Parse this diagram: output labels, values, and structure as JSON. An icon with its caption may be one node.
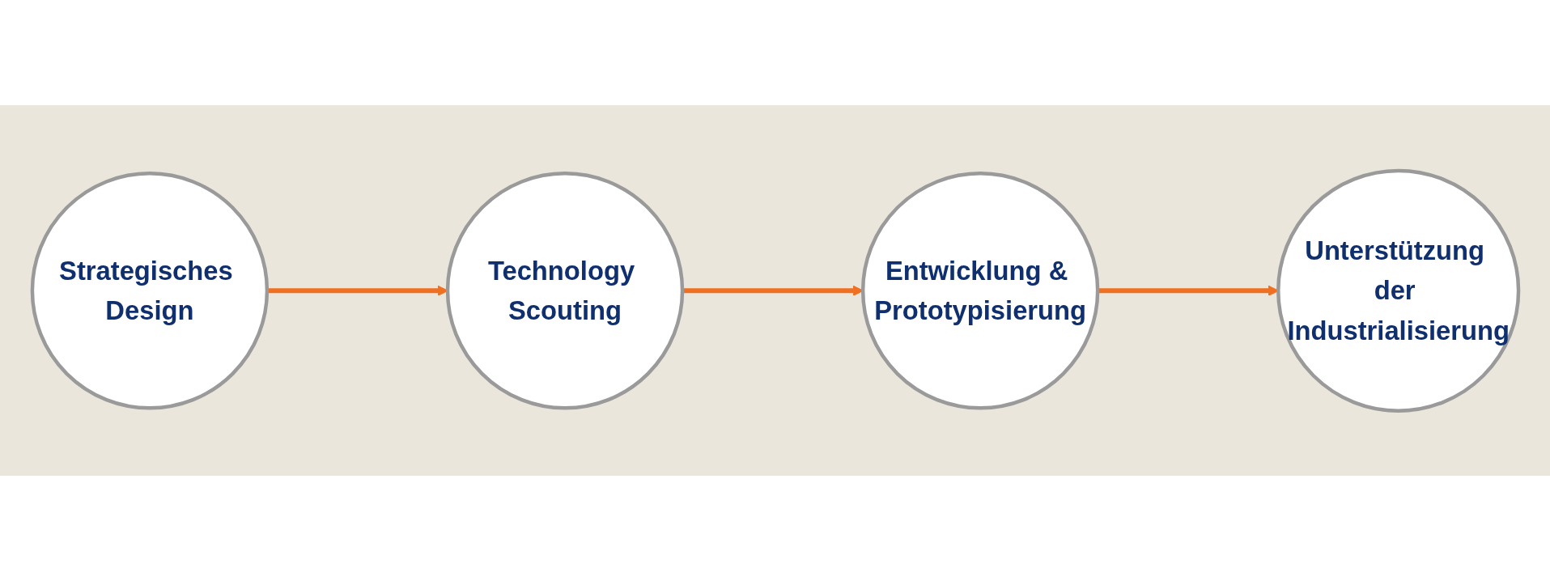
{
  "diagram": {
    "nodes": [
      {
        "text": [
          "Strategisches Design"
        ]
      },
      {
        "text": [
          "Technology Scouting"
        ]
      },
      {
        "text": [
          "Entwicklung & Prototypisierung"
        ]
      },
      {
        "text": [
          "Unterstützung der Industrialisierung"
        ]
      }
    ],
    "edges": [
      {
        "from": 0,
        "to": 1,
        "arrow": "to"
      },
      {
        "from": 1,
        "to": 2,
        "arrow": "to"
      },
      {
        "from": 2,
        "to": 3,
        "arrow": "to"
      }
    ]
  }
}
